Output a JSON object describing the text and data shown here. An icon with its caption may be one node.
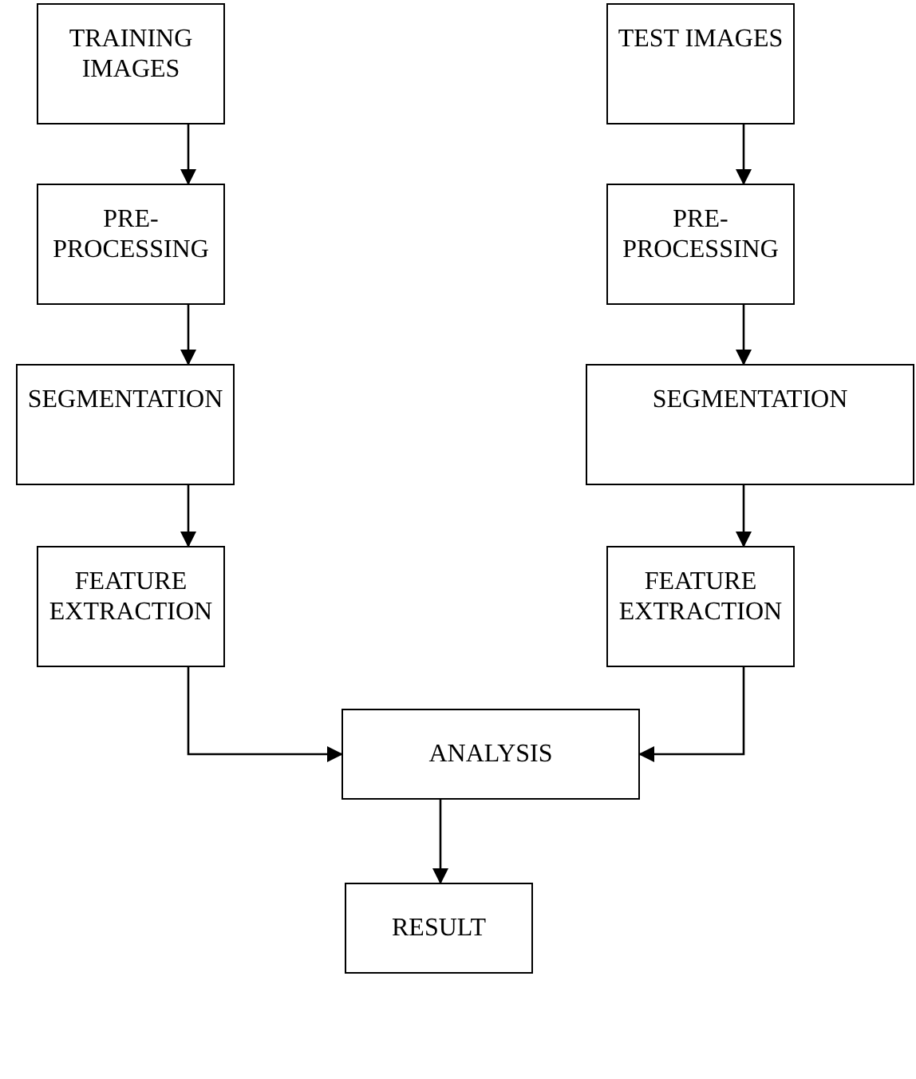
{
  "diagram": {
    "nodes": [
      {
        "text": [
          "TRAINING IMAGES"
        ]
      },
      {
        "text": [
          "TEST IMAGES"
        ]
      },
      {
        "text": [
          "PRE-PROCESSING"
        ]
      },
      {
        "text": [
          "PRE-PROCESSING"
        ]
      },
      {
        "text": [
          "SEGMENTATION"
        ]
      },
      {
        "text": [
          "SEGMENTATION"
        ]
      },
      {
        "text": [
          "FEATURE EXTRACTION"
        ]
      },
      {
        "text": [
          "FEATURE EXTRACTION"
        ]
      },
      {
        "text": [
          "ANALYSIS"
        ]
      },
      {
        "text": [
          "RESULT"
        ]
      }
    ],
    "edges": [
      {
        "from": 0,
        "to": 2,
        "arrow": "to"
      },
      {
        "from": 1,
        "to": 3,
        "arrow": "to"
      },
      {
        "from": 2,
        "to": 4,
        "arrow": "to"
      },
      {
        "from": 3,
        "to": 5,
        "arrow": "to"
      },
      {
        "from": 4,
        "to": 6,
        "arrow": "to"
      },
      {
        "from": 5,
        "to": 7,
        "arrow": "to"
      },
      {
        "from": 6,
        "to": 8,
        "arrow": "to"
      },
      {
        "from": 7,
        "to": 8,
        "arrow": "to"
      },
      {
        "from": 8,
        "to": 9,
        "arrow": "to"
      }
    ]
  }
}
